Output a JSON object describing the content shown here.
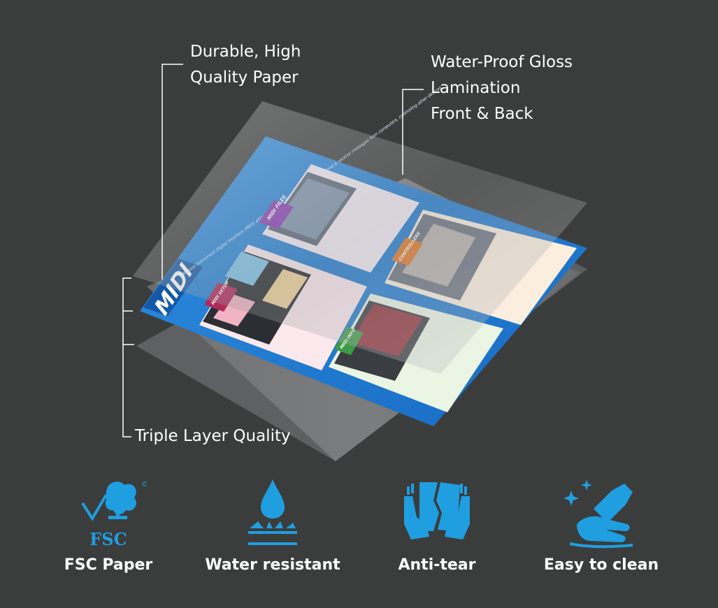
{
  "callouts": {
    "paper": [
      "Durable, High",
      "Quality Paper"
    ],
    "lamination": [
      "Water-Proof Gloss",
      "Lamination",
      "Front & Back"
    ],
    "triple": "Triple Layer Quality"
  },
  "poster": {
    "title": "MIDI",
    "intro": "Musical Instrument Digital Interface (MIDI) allows electronic musical instruments to send & receive messages from computers, controlling other devices.",
    "sections": [
      "MIDI FILES",
      "CONTROLLERS",
      "MIDI SETUP",
      "MIDI INFO"
    ]
  },
  "features": [
    {
      "icon": "fsc-tree-icon",
      "label": "FSC Paper",
      "badge": "FSC",
      "mark": "©"
    },
    {
      "icon": "water-drop-icon",
      "label": "Water resistant"
    },
    {
      "icon": "torn-paper-icon",
      "label": "Anti-tear"
    },
    {
      "icon": "cleaning-hand-icon",
      "label": "Easy to clean"
    }
  ],
  "colors": {
    "background": "#3b3c3c",
    "accent_blue": "#1f9ee0",
    "poster_blue": "#1c6fd1",
    "section_pink": "#b02a5c",
    "section_purple": "#8a3fb5",
    "section_orange": "#e07a2a",
    "section_green": "#3d9b45"
  }
}
